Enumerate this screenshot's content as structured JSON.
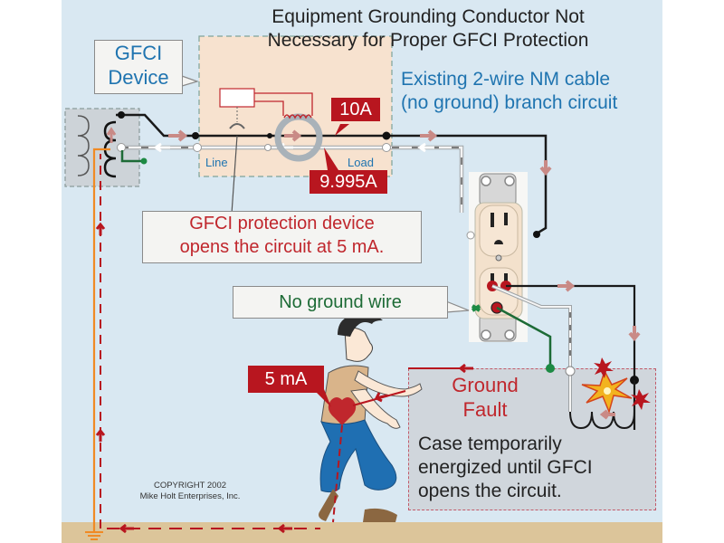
{
  "title": {
    "line1": "Equipment Grounding Conductor Not",
    "line2": "Necessary for Proper GFCI Protection"
  },
  "callouts": {
    "gfci_device": {
      "line1": "GFCI",
      "line2": "Device"
    },
    "existing_cable": {
      "line1": "Existing 2-wire NM cable",
      "line2": "(no ground) branch circuit"
    },
    "protection": {
      "line1": "GFCI protection device",
      "line2": "opens the circuit at 5 mA."
    },
    "no_ground": "No ground wire",
    "ground_fault": {
      "line1": "Ground",
      "line2": "Fault"
    },
    "case_energized": {
      "line1": "Case temporarily",
      "line2": "energized until GFCI",
      "line3": "opens the circuit."
    }
  },
  "device_labels": {
    "line": "Line",
    "load": "Load"
  },
  "current_tags": {
    "hot": "10A",
    "neutral": "9.995A",
    "body": "5 mA"
  },
  "copyright": {
    "line1": "COPYRIGHT 2002",
    "line2": "Mike Holt Enterprises, Inc."
  },
  "colors": {
    "background": "#d9e8f2",
    "earth": "#dcc59a",
    "accent_red": "#b8161f",
    "label_blue": "#1f74b0",
    "ground_green": "#1d6b36",
    "grounding_orange": "#f08a24"
  },
  "icons": [
    "transformer-icon",
    "gfci-sensing-coil-icon",
    "duplex-receptacle-icon",
    "ground-symbol-icon",
    "spark-icon",
    "person-icon",
    "heart-icon"
  ]
}
